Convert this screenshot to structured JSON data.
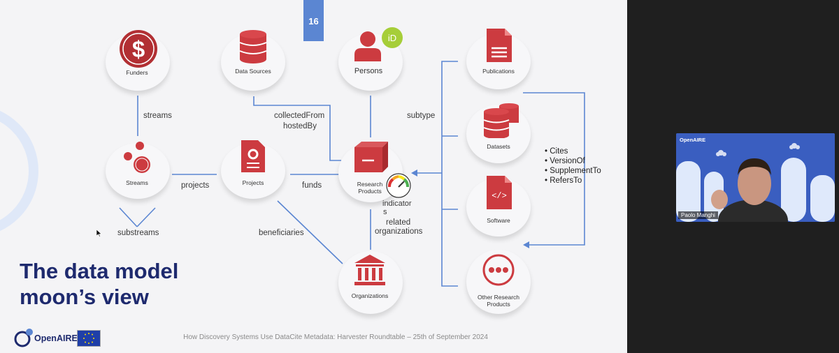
{
  "slide": {
    "number": "16",
    "title_line1": "The data model",
    "title_line2": "moon’s view",
    "footer": "How Discovery Systems Use DataCite Metadata: Harvester Roundtable – 25th of September 2024",
    "logo_text": "OpenAIRE"
  },
  "nodes": {
    "funders": "Funders",
    "data_sources": "Data Sources",
    "persons": "Persons",
    "publications": "Publications",
    "datasets": "Datasets",
    "software": "Software",
    "other_line1": "Other Research",
    "other_line2": "Products",
    "streams": "Streams",
    "projects": "Projects",
    "research_line1": "Research",
    "research_line2": "Products",
    "organizations": "Organizations"
  },
  "edges": {
    "streams": "streams",
    "collected_from": "collectedFrom",
    "hosted_by": "hostedBy",
    "subtype": "subtype",
    "projects": "projects",
    "funds": "funds",
    "substreams": "substreams",
    "beneficiaries": "beneficiaries",
    "indicators_line1": "indicator",
    "indicators_line2": "s",
    "related_line1": "related",
    "related_line2": "organizations"
  },
  "relations": [
    "Cites",
    "VersionOf",
    "SupplementTo",
    "RefersTo"
  ],
  "video": {
    "logo": "OpenAIRE",
    "participant": "Paolo Manghi"
  },
  "colors": {
    "accent_red": "#cc3b40",
    "line_blue": "#5b86d2",
    "title_navy": "#1e2a6e"
  }
}
